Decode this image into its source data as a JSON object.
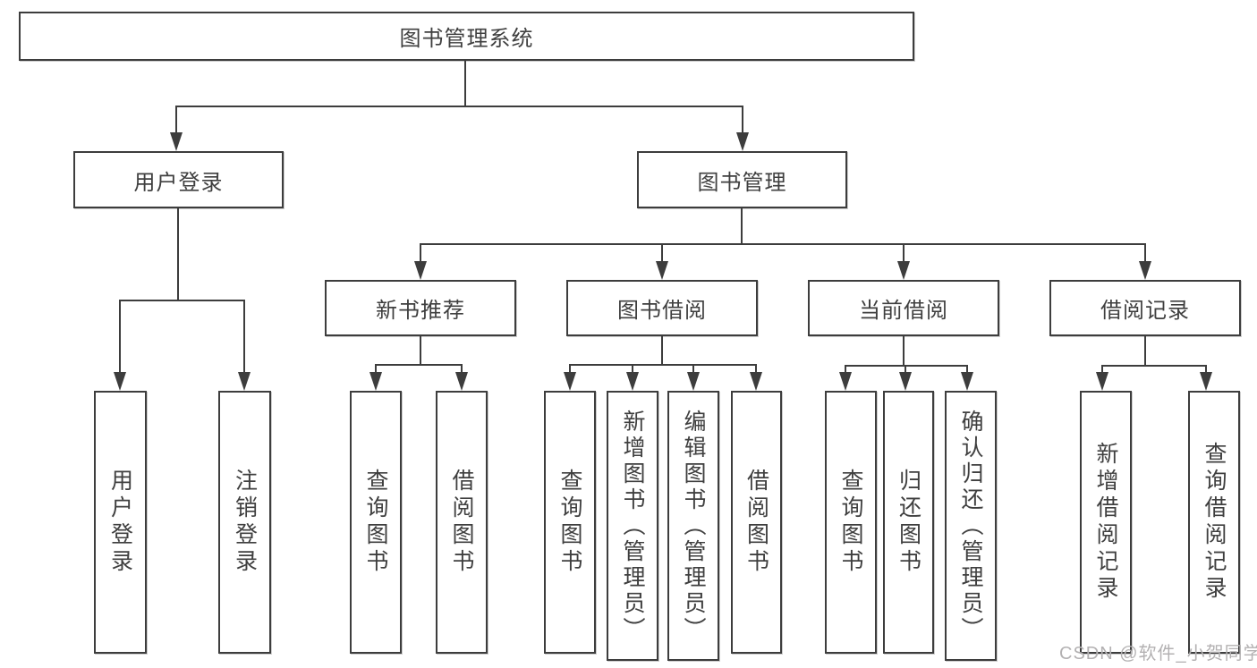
{
  "diagram": {
    "title_node": {
      "label": "图书管理系统"
    },
    "level2": [
      {
        "label": "用户登录"
      },
      {
        "label": "图书管理"
      }
    ],
    "level3": [
      {
        "label": "新书推荐"
      },
      {
        "label": "图书借阅"
      },
      {
        "label": "当前借阅"
      },
      {
        "label": "借阅记录"
      }
    ],
    "leaves": [
      {
        "label": "用户登录"
      },
      {
        "label": "注销登录"
      },
      {
        "label": "查询图书"
      },
      {
        "label": "借阅图书"
      },
      {
        "label": "查询图书"
      },
      {
        "label": "新增图书（管理员）"
      },
      {
        "label": "编辑图书（管理员）"
      },
      {
        "label": "借阅图书"
      },
      {
        "label": "查询图书"
      },
      {
        "label": "归还图书"
      },
      {
        "label": "确认归还（管理员）"
      },
      {
        "label": "新增借阅记录"
      },
      {
        "label": "查询借阅记录"
      }
    ]
  },
  "watermark": {
    "text": "CSDN @软件_小贺同学"
  },
  "colors": {
    "line": "#3d3d3d",
    "text": "#3f3f3f",
    "watermark": "#b3b1b2",
    "background": "#ffffff"
  }
}
